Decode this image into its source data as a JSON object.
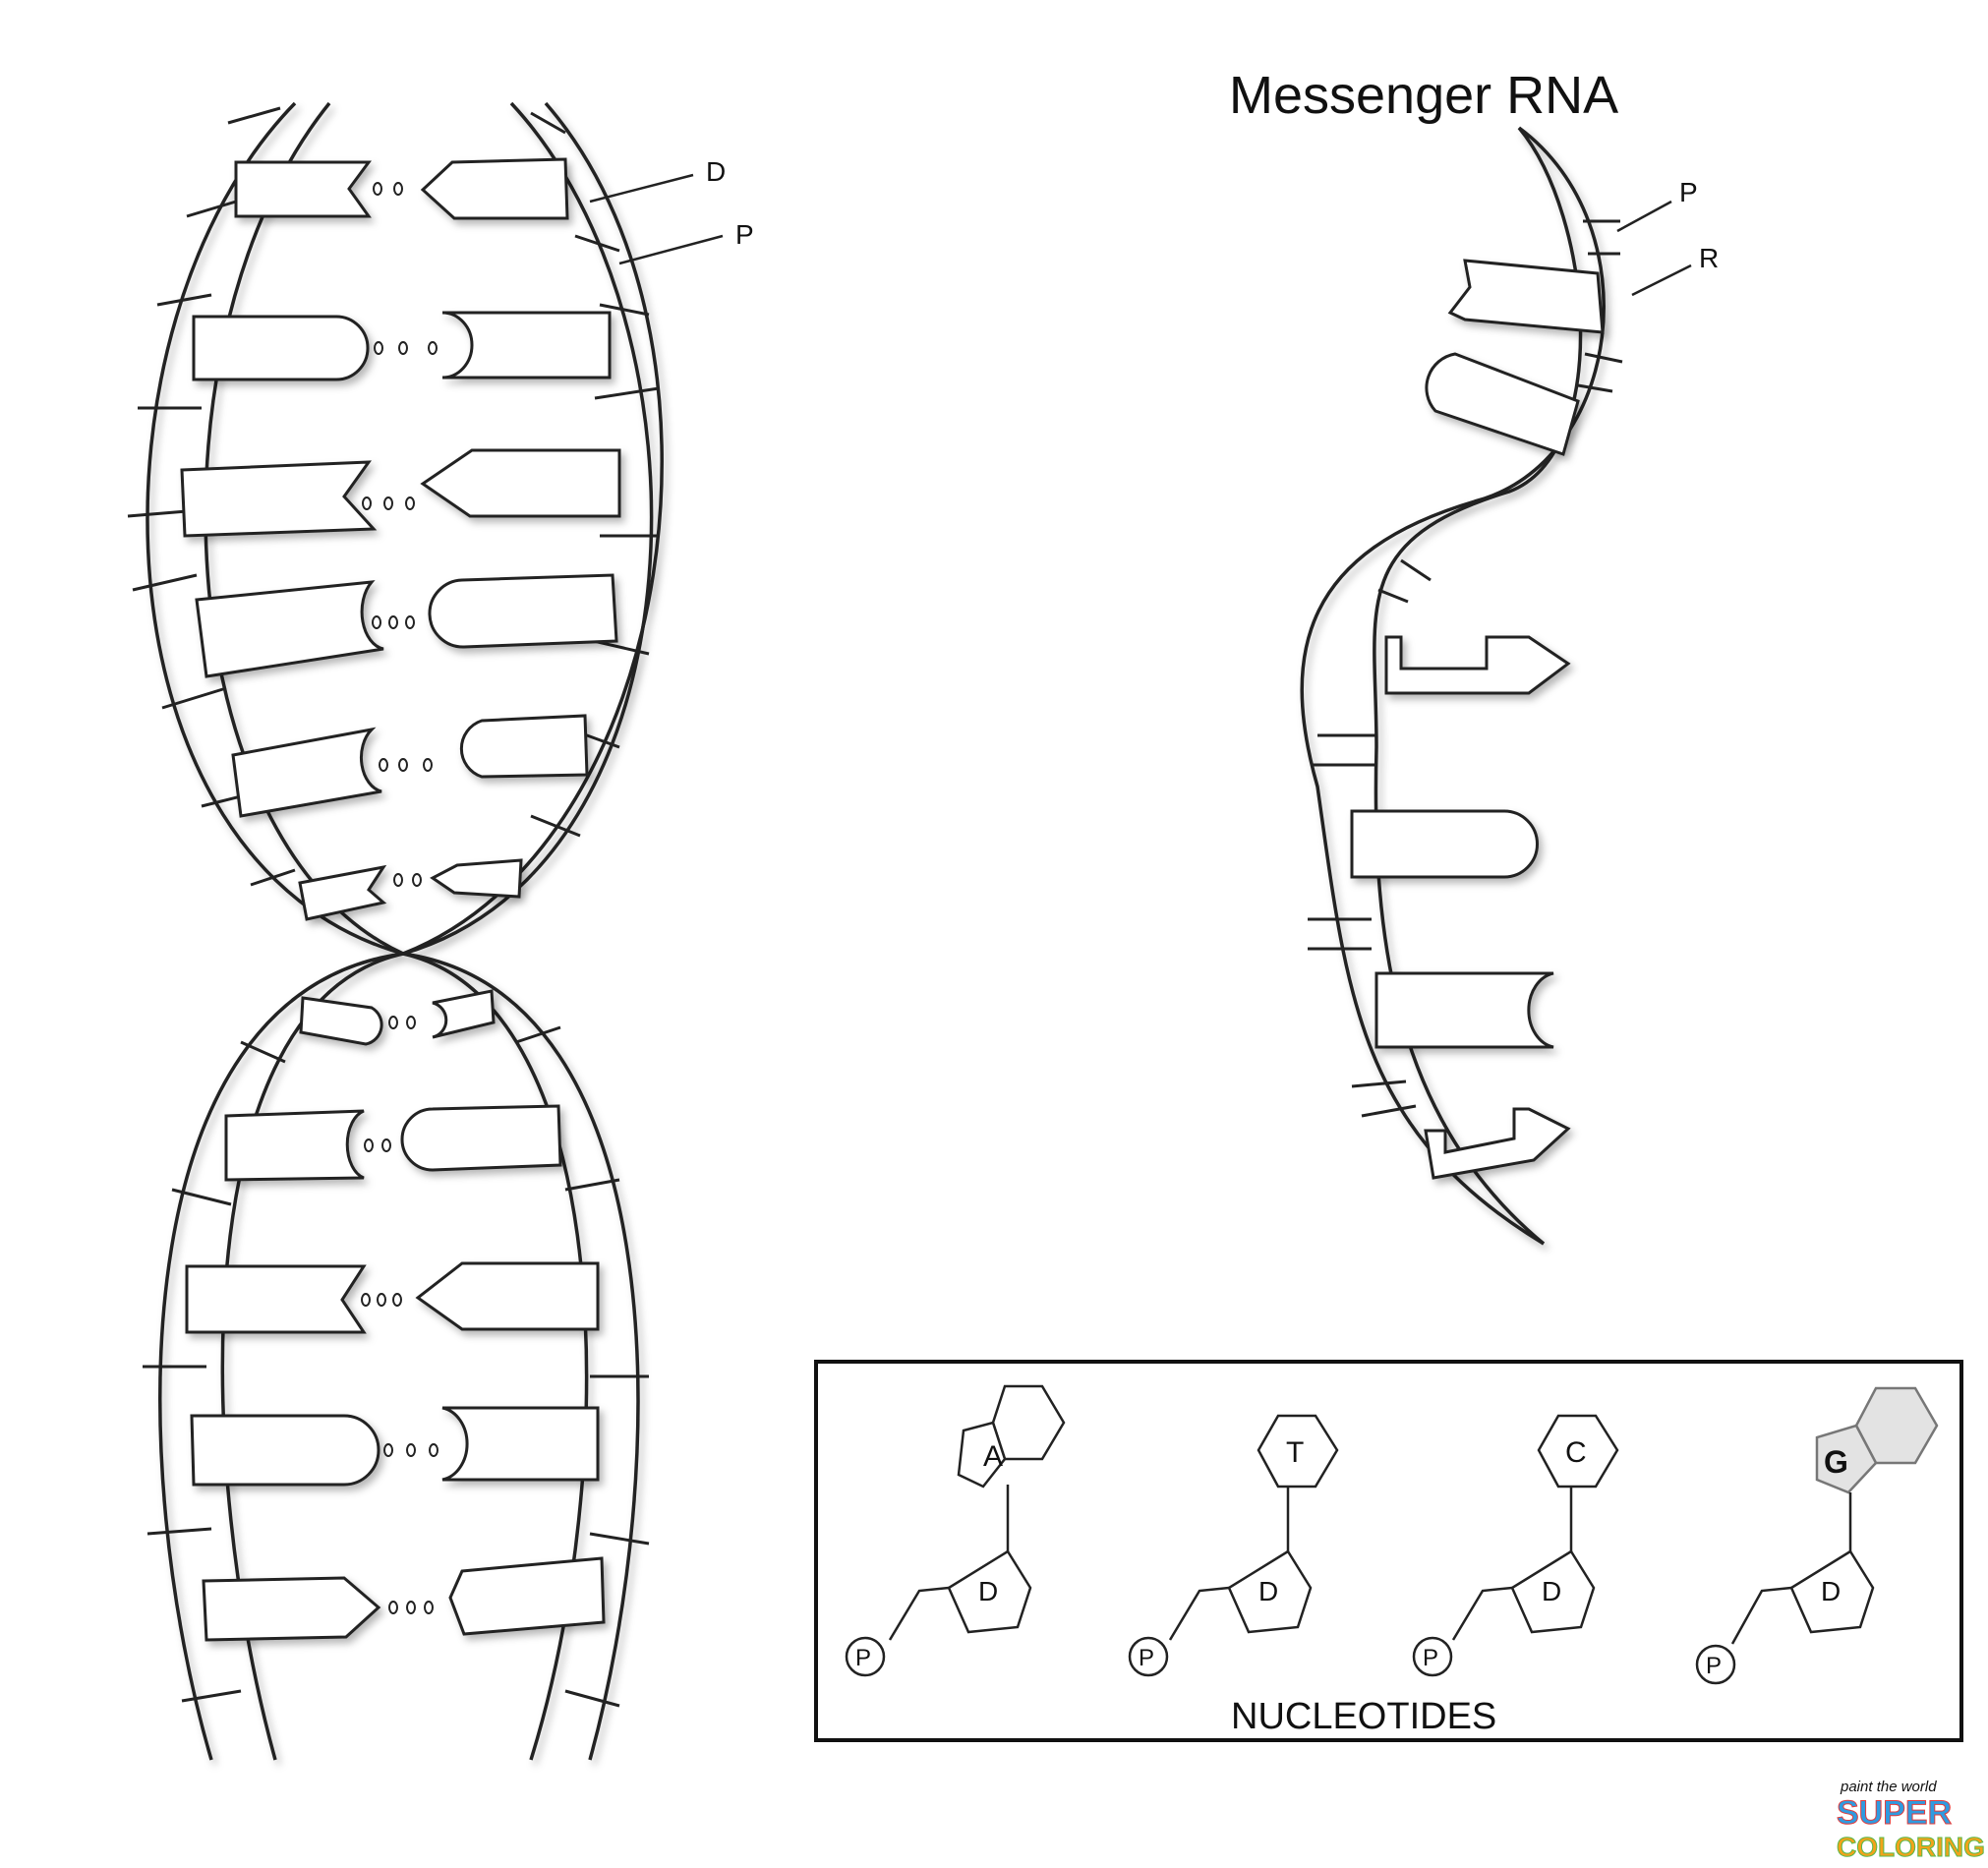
{
  "dna": {
    "labels": {
      "d": "D",
      "p": "P"
    }
  },
  "mrna": {
    "title": "Messenger RNA",
    "labels": {
      "p": "P",
      "r": "R"
    }
  },
  "nucleotides": {
    "caption": "NUCLEOTIDES",
    "items": [
      {
        "base": "A",
        "sugar": "D",
        "phosphate": "P",
        "shading": "none"
      },
      {
        "base": "T",
        "sugar": "D",
        "phosphate": "P",
        "shading": "none"
      },
      {
        "base": "C",
        "sugar": "D",
        "phosphate": "P",
        "shading": "none"
      },
      {
        "base": "G",
        "sugar": "D",
        "phosphate": "P",
        "shading": "grey"
      }
    ]
  },
  "watermark": {
    "line1": "paint the world",
    "line2": "SUPER",
    "line3": "COLORING",
    "colors": [
      "#e23b3b",
      "#f2a31b",
      "#2f9be0",
      "#59b84a",
      "#9b59b6"
    ]
  }
}
